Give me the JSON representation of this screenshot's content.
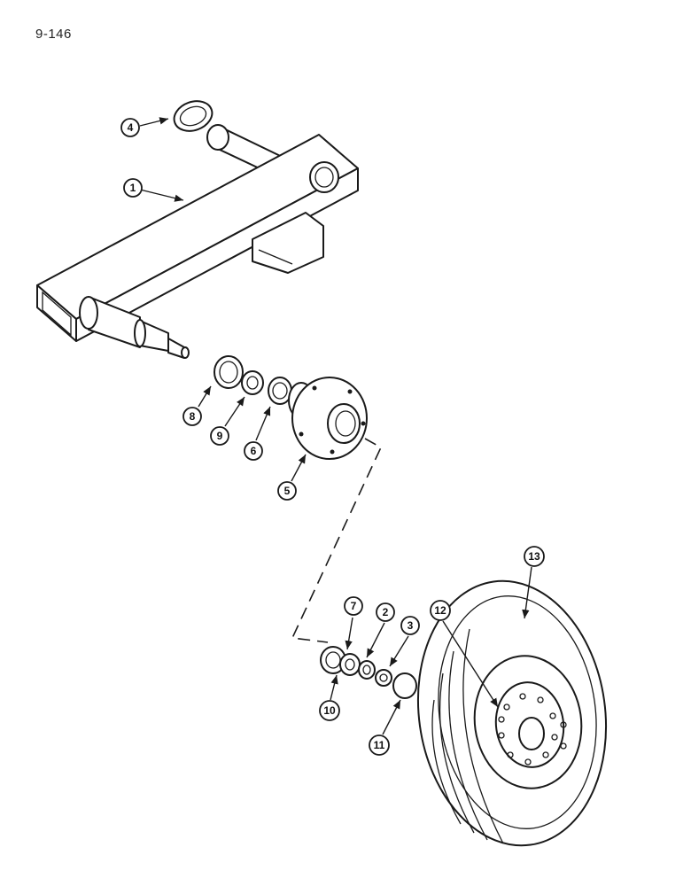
{
  "page_number": "9-146",
  "callouts": [
    "1",
    "2",
    "3",
    "4",
    "5",
    "6",
    "7",
    "8",
    "9",
    "10",
    "11",
    "12",
    "13"
  ]
}
